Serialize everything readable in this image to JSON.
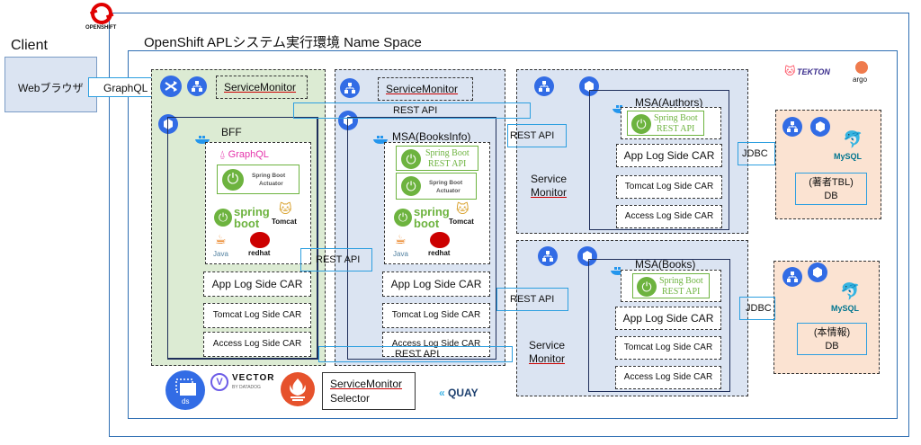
{
  "client": {
    "title": "Client",
    "browser_label": "Webブラウザ"
  },
  "openshift": {
    "logo_text": "OPENSHIFT"
  },
  "namespace": {
    "title": "OpenShift APLシステム実行環境 Name Space"
  },
  "arrows": {
    "graphql": "GraphQL",
    "rest_api_top": "REST API",
    "rest_api_booksinfo": "REST API",
    "rest_api_bff": "REST API",
    "rest_api_books": "REST API",
    "rest_api_bottom": "REST API",
    "jdbc_authors": "JDBC",
    "jdbc_books": "JDBC"
  },
  "bff": {
    "service_monitor": "ServiceMonitor",
    "pod_label": "BFF",
    "graphql_logo": "GraphQL",
    "actuator_line1": "Spring Boot",
    "actuator_line2": "Actuator",
    "spring": "spring",
    "boot": "boot",
    "tomcat": "Tomcat",
    "java": "Java",
    "redhat": "redhat",
    "cars": [
      "App Log Side CAR",
      "Tomcat  Log Side CAR",
      "Access  Log Side CAR"
    ]
  },
  "booksinfo": {
    "service_monitor": "ServiceMonitor",
    "pod_label": "MSA(BooksInfo)",
    "sb_line1": "Spring Boot",
    "sb_line2": "REST API",
    "actuator_line1": "Spring Boot",
    "actuator_line2": "Actuator",
    "spring": "spring",
    "boot": "boot",
    "tomcat": "Tomcat",
    "java": "Java",
    "redhat": "redhat",
    "cars": [
      "App Log Side CAR",
      "Tomcat  Log Side CAR",
      "Access  Log Side CAR"
    ]
  },
  "authors": {
    "service_monitor_line1": "Service",
    "service_monitor_line2": "Monitor",
    "pod_label": "MSA(Authors)",
    "sb_line1": "Spring Boot",
    "sb_line2": "REST API",
    "cars": [
      "App Log Side CAR",
      "Tomcat  Log Side CAR",
      "Access  Log Side CAR"
    ]
  },
  "books": {
    "service_monitor_line1": "Service",
    "service_monitor_line2": "Monitor",
    "pod_label": "MSA(Books)",
    "sb_line1": "Spring Boot",
    "sb_line2": "REST API",
    "cars": [
      "App Log Side CAR",
      "Tomcat  Log Side CAR",
      "Access  Log Side CAR"
    ]
  },
  "db_authors": {
    "line1": "(著者TBL)",
    "line2": "DB",
    "mysql": "MySQL"
  },
  "db_books": {
    "line1": "(本情報)",
    "line2": "DB",
    "mysql": "MySQL"
  },
  "bottom": {
    "ds_label": "ds",
    "vector_line1": "VECTOR",
    "vector_line2": "BY DATADOG",
    "sm_selector_line1": "ServiceMonitor",
    "sm_selector_line2": "Selector",
    "quay": "QUAY"
  },
  "tools": {
    "tekton": "TEKTON",
    "argo": "argo"
  },
  "colors": {
    "k8s_blue": "#326ce5",
    "spring_green": "#6db33f",
    "openshift_red": "#e00000",
    "prometheus_orange": "#e6522c"
  }
}
